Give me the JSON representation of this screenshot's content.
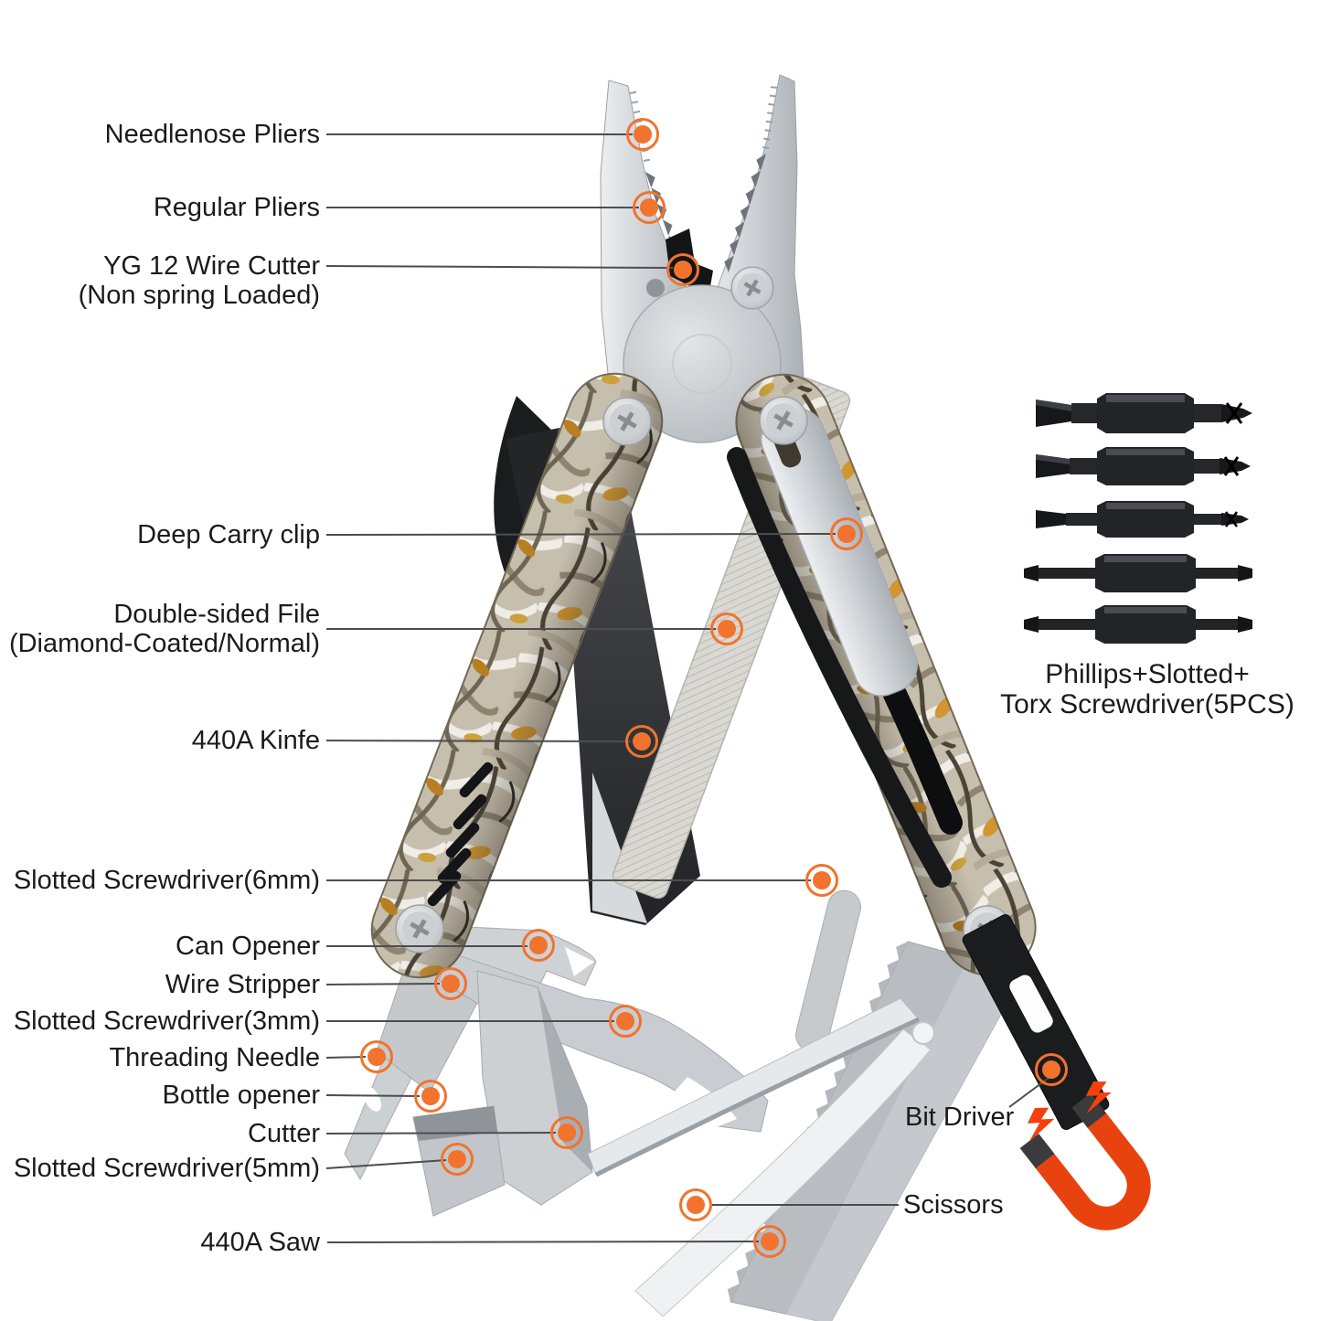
{
  "palette": {
    "accent_orange": "#F1732E",
    "magnet_red": "#E8430F",
    "leader_line_gray": "#4D4D4D",
    "label_text": "#1B1B1B",
    "background": "#FFFFFF"
  },
  "callouts": {
    "needlenose": "Needlenose Pliers",
    "regular_pliers": "Regular Pliers",
    "wire_cutter_line1": "YG 12 Wire Cutter",
    "wire_cutter_line2": "(Non spring Loaded)",
    "deep_carry_clip": "Deep Carry clip",
    "file_line1": "Double-sided File",
    "file_line2": "(Diamond-Coated/Normal)",
    "knife": "440A Kinfe",
    "screwdriver_6mm": "Slotted Screwdriver(6mm)",
    "can_opener": "Can Opener",
    "wire_stripper": "Wire Stripper",
    "screwdriver_3mm": "Slotted Screwdriver(3mm)",
    "threading_needle": "Threading Needle",
    "bottle_opener": "Bottle opener",
    "cutter": "Cutter",
    "screwdriver_5mm": "Slotted Screwdriver(5mm)",
    "saw": "440A Saw",
    "scissors": "Scissors",
    "bit_driver": "Bit Driver"
  },
  "bits_panel": {
    "caption_line1": "Phillips+Slotted+",
    "caption_line2": "Torx Screwdriver(5PCS)",
    "bit_icons": [
      "slotted-phillips-bit-large",
      "slotted-phillips-bit",
      "slotted-phillips-bit-small",
      "torx-bit",
      "torx-bit"
    ]
  },
  "icons": {
    "magnet": "magnet-icon",
    "lightning": "lightning-bolt-icon",
    "hotspot": "orange-hotspot-marker"
  }
}
